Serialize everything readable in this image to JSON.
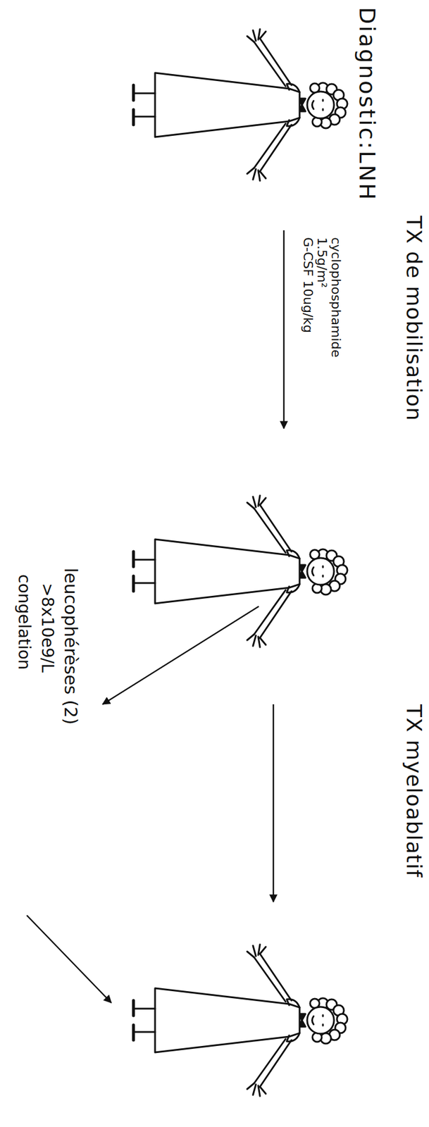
{
  "diagram": {
    "labels": [
      "Diagnostic:LNH",
      "TX de mobilisation",
      "cyclophosphamide",
      "1.5g/m²",
      "G-CSF 10ug/kg",
      "TX myeloablatif",
      "leucophérèses (2)",
      ">8x10e9/L",
      "congelation"
    ]
  }
}
